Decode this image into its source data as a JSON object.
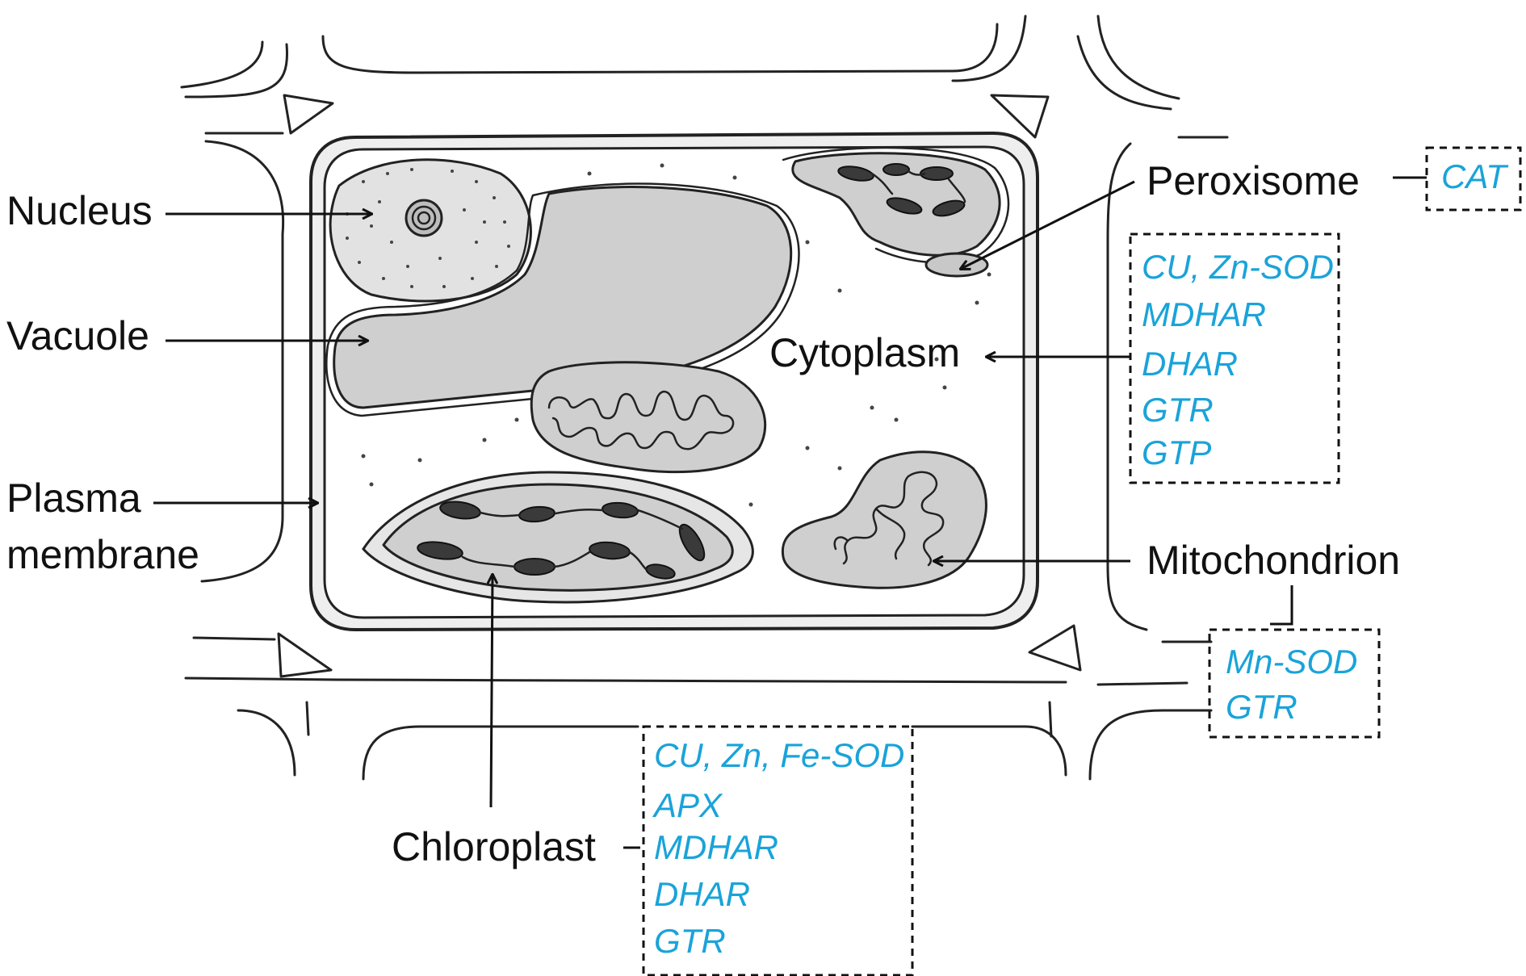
{
  "labels": {
    "nucleus": "Nucleus",
    "vacuole": "Vacuole",
    "plasma_membrane_line1": "Plasma",
    "plasma_membrane_line2": "membrane",
    "peroxisome": "Peroxisome",
    "cytoplasm": "Cytoplasm",
    "mitochondrion": "Mitochondrion",
    "chloroplast": "Chloroplast"
  },
  "enzymes": {
    "peroxisome": [
      "CAT"
    ],
    "cytoplasm": [
      "CU, Zn-SOD",
      "MDHAR",
      "DHAR",
      "GTR",
      "GTP"
    ],
    "mitochondrion": [
      "Mn-SOD",
      "GTR"
    ],
    "chloroplast": [
      "CU, Zn, Fe-SOD",
      "APX",
      "MDHAR",
      "DHAR",
      "GTR"
    ]
  },
  "colors": {
    "enzyme_text": "#1aa3d9",
    "organelle_fill": "#cfcfcf",
    "outline": "#222222"
  }
}
